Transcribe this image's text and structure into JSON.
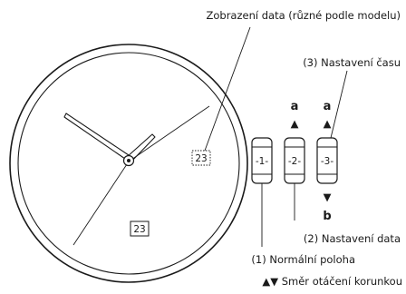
{
  "labels": {
    "date_display": "Zobrazení data (různé podle modelu)",
    "time_setting": "(3) Nastavení času",
    "date_setting": "(2) Nastavení data",
    "normal_position": "(1) Normální poloha",
    "rotation_direction": "▲▼ Směr otáčení korunkou"
  },
  "crown_positions": [
    {
      "label": "-1-"
    },
    {
      "label": "-2-"
    },
    {
      "label": "-3-"
    }
  ],
  "rotation_markers": {
    "a": "a",
    "b": "b",
    "up_arrow": "▲",
    "down_arrow": "▼"
  },
  "date_windows": {
    "upper": "23",
    "lower": "23"
  },
  "colors": {
    "line": "#1a1a1a",
    "background": "#ffffff"
  }
}
